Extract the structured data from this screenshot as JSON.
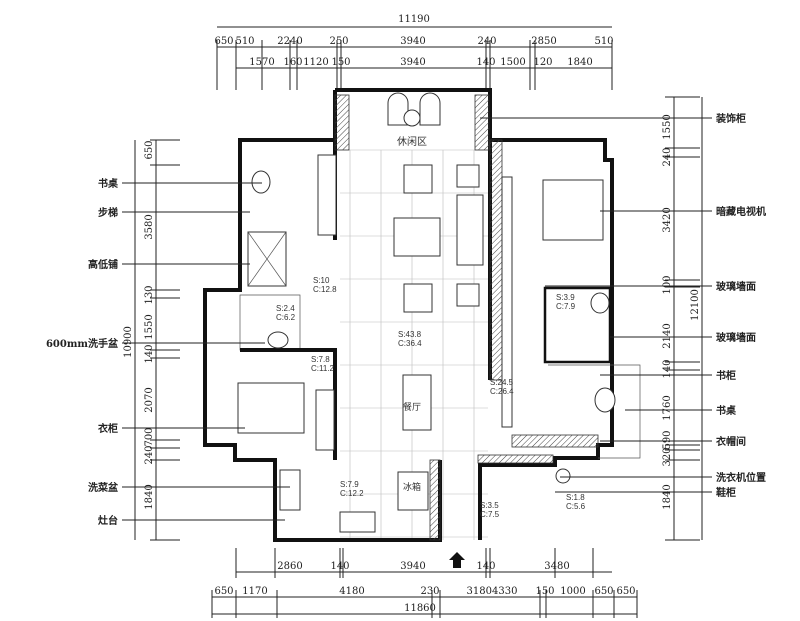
{
  "dimensions": {
    "top_total": "11190",
    "top_row1": [
      "650",
      "510",
      "2240",
      "250",
      "3940",
      "240",
      "2850",
      "510"
    ],
    "top_row2": [
      "1570",
      "160",
      "1120",
      "150",
      "3940",
      "140",
      "1500",
      "120",
      "1840"
    ],
    "bottom_row1": [
      "2860",
      "140",
      "3940",
      "140",
      "3480"
    ],
    "bottom_row2": [
      "650",
      "1170",
      "4180",
      "230",
      "31804330",
      "150",
      "1000",
      "650",
      "650"
    ],
    "bottom_total": "11860",
    "left_total": "10900",
    "left": [
      "650",
      "3580",
      "130",
      "1550",
      "140",
      "2070",
      "700",
      "240",
      "1840"
    ],
    "right_total": "12100",
    "right": [
      "1550",
      "240",
      "3420",
      "100",
      "2140",
      "140",
      "1760",
      "590",
      "320",
      "1840"
    ]
  },
  "callouts": {
    "left": [
      "书桌",
      "步梯",
      "高低铺",
      "600mm洗手盆",
      "衣柜",
      "洗菜盆",
      "灶台"
    ],
    "right": [
      "装饰柜",
      "暗藏电视机",
      "玻璃墙面",
      "玻璃墙面",
      "书柜",
      "书桌",
      "衣帽间",
      "洗衣机位置",
      "鞋柜"
    ]
  },
  "rooms": [
    {
      "s": "S:10",
      "c": "C:12.8"
    },
    {
      "s": "S:2.4",
      "c": "C:6.2"
    },
    {
      "s": "S:7.8",
      "c": "C:11.2"
    },
    {
      "s": "S:43.8",
      "c": "C:36.4"
    },
    {
      "s": "S:24.5",
      "c": "C:26.4"
    },
    {
      "s": "S:7.9",
      "c": "C:12.2"
    },
    {
      "s": "S:3.5",
      "c": "C:7.5"
    },
    {
      "s": "S:3.9",
      "c": "C:7.9"
    },
    {
      "s": "S:1.8",
      "c": "C:5.6"
    }
  ],
  "zone_labels": {
    "leisure": "休闲区",
    "dining": "餐厅",
    "fridge": "冰箱"
  },
  "icons": {
    "entrance": "entrance-arrow-icon"
  }
}
